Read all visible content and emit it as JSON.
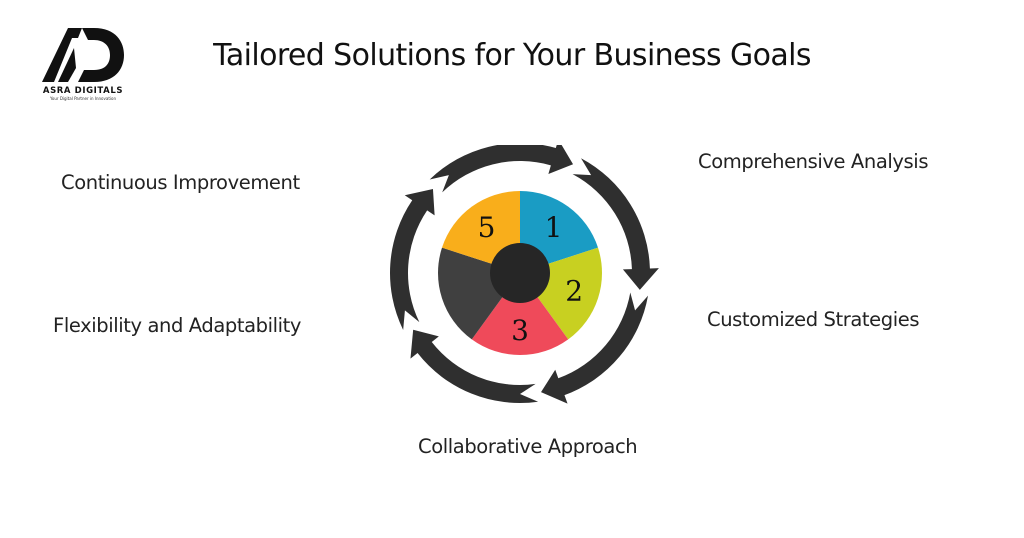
{
  "brand": {
    "name": "ASRA DIGITALS",
    "tagline": "Your Digital Partner in Innovation",
    "monogram": "AD"
  },
  "title": "Tailored Solutions for Your Business Goals",
  "steps": [
    {
      "number": "1",
      "label": "Comprehensive Analysis",
      "color": "#1a9cc4"
    },
    {
      "number": "2",
      "label": "Customized Strategies",
      "color": "#c8d021"
    },
    {
      "number": "3",
      "label": "Collaborative Approach",
      "color": "#ef4a5a"
    },
    {
      "number": "",
      "label": "Flexibility and Adaptability",
      "color": "#404040"
    },
    {
      "number": "5",
      "label": "Continuous Improvement",
      "color": "#f9ae1b"
    }
  ],
  "colors": {
    "ring": "#2f2f2f",
    "hub": "#262626",
    "text": "#1d1d1d"
  }
}
